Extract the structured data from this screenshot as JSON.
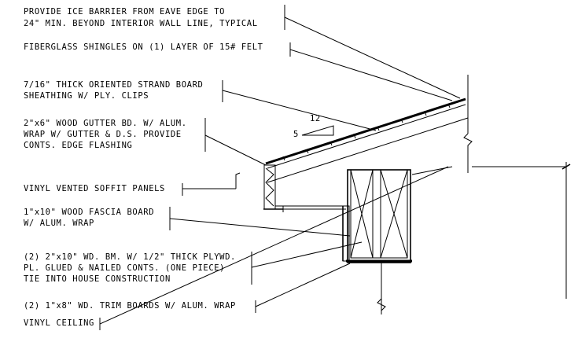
{
  "notes": {
    "ice_barrier_1": "PROVIDE ICE BARRIER FROM EAVE EDGE TO",
    "ice_barrier_2": "24\" MIN. BEYOND INTERIOR WALL LINE, TYPICAL",
    "shingles": "FIBERGLASS SHINGLES ON (1) LAYER OF 15# FELT",
    "osb_1": "7/16\" THICK ORIENTED STRAND BOARD",
    "osb_2": "SHEATHING W/ PLY. CLIPS",
    "gutter_1": "2\"x6\" WOOD GUTTER BD. W/ ALUM.",
    "gutter_2": "WRAP W/ GUTTER & D.S. PROVIDE",
    "gutter_3": "CONTS. EDGE FLASHING",
    "soffit": "VINYL VENTED SOFFIT PANELS",
    "fascia_1": "1\"x10\" WOOD FASCIA BOARD",
    "fascia_2": "W/ ALUM. WRAP",
    "beam_1": "(2) 2\"x10\" WD. BM. W/ 1/2\" THICK PLYWD.",
    "beam_2": "PL. GLUED & NAILED CONTS. (ONE PIECE)",
    "beam_3": "TIE INTO HOUSE CONSTRUCTION",
    "trim": "(2) 1\"x8\" WD. TRIM BOARDS W/ ALUM. WRAP",
    "ceiling": "VINYL CEILING"
  },
  "slope": {
    "rise": "5",
    "run": "12"
  }
}
